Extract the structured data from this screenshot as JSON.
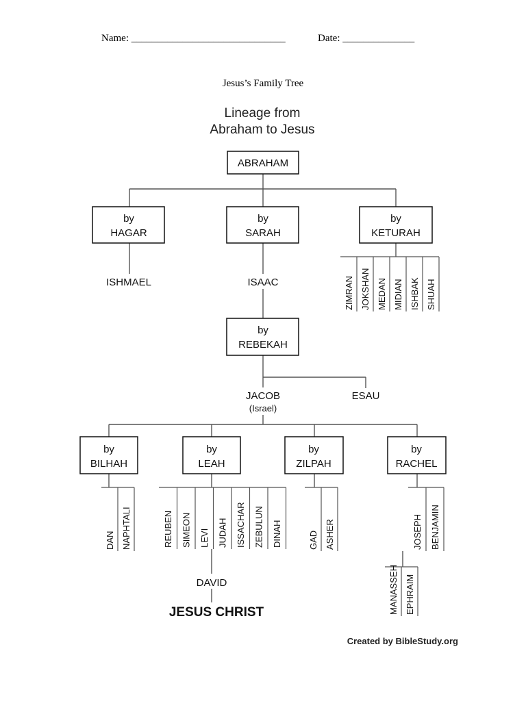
{
  "header": {
    "name_label": "Name: ______________________________",
    "date_label": "Date: ______________",
    "worksheet_title": "Jesus’s Family Tree"
  },
  "diagram": {
    "title_line1": "Lineage from",
    "title_line2": "Abraham to Jesus",
    "abraham": "ABRAHAM",
    "wives_of_abraham": [
      {
        "by": "by",
        "name": "HAGAR",
        "child": "ISHMAEL"
      },
      {
        "by": "by",
        "name": "SARAH",
        "child": "ISAAC"
      },
      {
        "by": "by",
        "name": "KETURAH"
      }
    ],
    "keturah_sons": [
      "ZIMRAN",
      "JOKSHAN",
      "MEDAN",
      "MIDIAN",
      "ISHBAK",
      "SHUAH"
    ],
    "rebekah": {
      "by": "by",
      "name": "REBEKAH"
    },
    "jacob": "JACOB",
    "jacob_alias": "(Israel)",
    "esau": "ESAU",
    "wives_of_jacob": [
      {
        "by": "by",
        "name": "BILHAH"
      },
      {
        "by": "by",
        "name": "LEAH"
      },
      {
        "by": "by",
        "name": "ZILPAH"
      },
      {
        "by": "by",
        "name": "RACHEL"
      }
    ],
    "bilhah_sons": [
      "DAN",
      "NAPHTALI"
    ],
    "leah_children": [
      "REUBEN",
      "SIMEON",
      "LEVI",
      "JUDAH",
      "ISSACHAR",
      "ZEBULUN",
      "DINAH"
    ],
    "zilpah_sons": [
      "GAD",
      "ASHER"
    ],
    "rachel_sons": [
      "JOSEPH",
      "BENJAMIN"
    ],
    "joseph_sons": [
      "MANASSEH",
      "EPHRAIM"
    ],
    "david": "DAVID",
    "jesus": "JESUS CHRIST"
  },
  "footer": {
    "credit": "Created by BibleStudy.org"
  }
}
